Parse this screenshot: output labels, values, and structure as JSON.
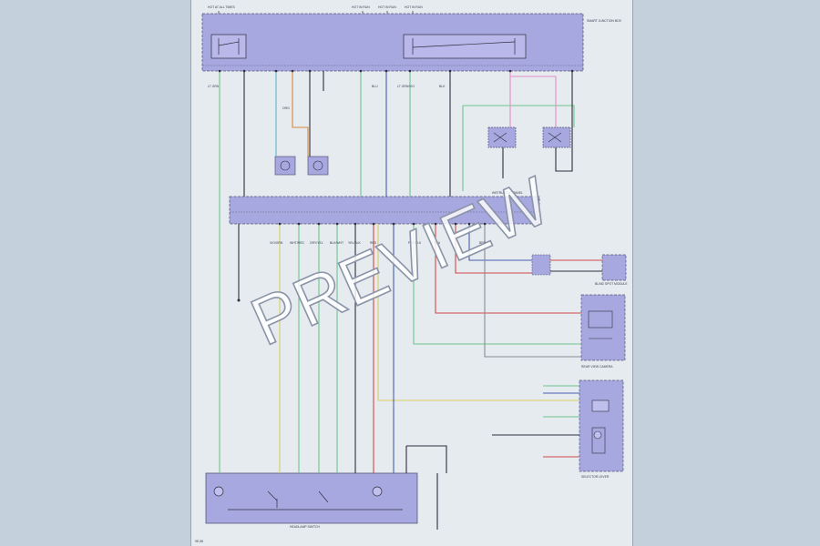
{
  "watermark": "PREVIEW",
  "page_ref": "9E-58",
  "fuse_labels": [
    "HOT AT ALL TIMES",
    "HOT IN RUN",
    "HOT IN RUN",
    "HOT IN RUN"
  ],
  "top_module_label": "SMART JUNCTION BOX",
  "mid_module_label": "INSTRUMENT PANEL",
  "bottom_module_label": "HEADLAMP SWITCH",
  "right_modules": [
    "BLIND SPOT MODULE",
    "REAR VIEW CAMERA",
    "SELECTOR LEVER"
  ],
  "small_labels": [
    "LT GRN",
    "BLU",
    "BLK",
    "LT GRN/VIO",
    "VIO/GRN",
    "WHT/RED",
    "GRY/YEL",
    "BLK/WHT",
    "YEL/BLK",
    "RED",
    "PNK/BLK",
    "LT BLU",
    "ORG",
    "BRN"
  ],
  "colors": {
    "module_fill": "#a8a8e0",
    "module_stroke": "#555577",
    "wire_green": "#6fc48e",
    "wire_blue": "#4a5fb0",
    "wire_yellow": "#d8cc60",
    "wire_red": "#d04848",
    "wire_pink": "#e68cc8",
    "wire_orange": "#d8883a",
    "wire_black": "#2e2e3e",
    "wire_cyan": "#58b8c8",
    "wire_gray": "#8a8a96"
  }
}
